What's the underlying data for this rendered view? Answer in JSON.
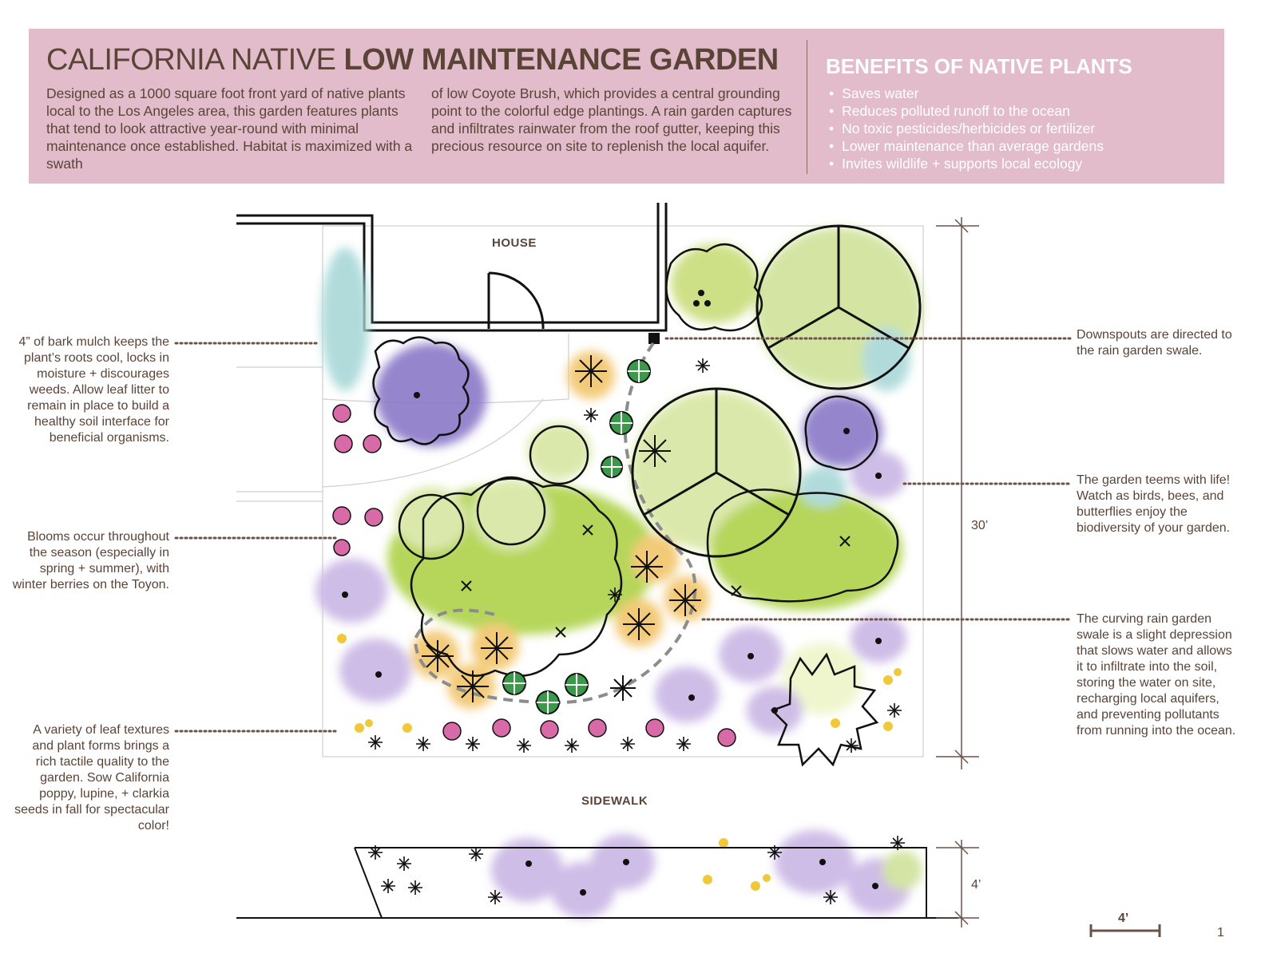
{
  "title": {
    "light": "CALIFORNIA NATIVE",
    "bold": "LOW MAINTENANCE GARDEN"
  },
  "intro": {
    "col1": "Designed as a 1000 square foot front yard of native plants local to the Los Angeles area, this garden features plants that tend to look attractive year-round with minimal maintenance once established. Habitat is maximized with a swath",
    "col2": "of low Coyote Brush, which provides a central grounding point to the colorful edge plantings. A rain garden captures and infiltrates rainwater from the roof gutter, keeping this precious resource on site to replenish the local aquifer."
  },
  "benefits": {
    "title": "BENEFITS OF NATIVE PLANTS",
    "items": [
      "Saves water",
      "Reduces polluted runoff to the ocean",
      "No toxic pesticides/herbicides or fertilizer",
      "Lower maintenance than average gardens",
      "Invites wildlife + supports local ecology"
    ]
  },
  "labels": {
    "house": "HOUSE",
    "sidewalk": "SIDEWALK",
    "dim_30": "30’",
    "dim_4": "4’",
    "scale": "4’",
    "page": "1"
  },
  "notes_left": [
    "4” of bark mulch keeps the plant’s roots cool, locks in moisture + discourages weeds. Allow leaf litter to remain in place to build a healthy soil interface for beneficial organisms.",
    "Blooms occur throughout the season (especially in spring + summer), with winter berries on the Toyon.",
    "A variety of leaf textures and plant forms brings a rich tactile quality to the garden. Sow California poppy, lupine, + clarkia seeds in fall for spectacular color!"
  ],
  "notes_right": [
    "Downspouts are directed to the rain garden swale.",
    "The garden teems with life! Watch as birds, bees, and butterflies enjoy the biodiversity of your garden.",
    "The curving rain garden swale is a slight depression that slows water and allows it to infiltrate into the soil, storing the water on site, recharging local aquifers, and preventing pollutants from running into the ocean."
  ],
  "colors": {
    "banner": "#e2bccb",
    "text_brown": "#5a4438",
    "leader": "#6b5348",
    "lime": "#b9d65a",
    "green": "#7fbf3f",
    "purple": "#8a78c8",
    "lavender": "#c9b6e4",
    "pink": "#d86aa8",
    "orange": "#e8a43a",
    "yellow": "#f0c93a",
    "aqua": "#a9d8d8",
    "swale": "#8c8c8c"
  }
}
